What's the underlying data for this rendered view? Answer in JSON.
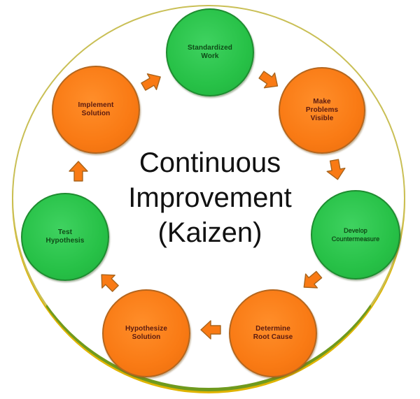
{
  "diagram": {
    "type": "cycle",
    "title": "Continuous\nImprovement\n(Kaizen)",
    "colors": {
      "green": "#27c147",
      "orange": "#f97a14",
      "arrow": "#f97a14",
      "ring_top": "#c9bf55",
      "ring_bottom": "#6f9a1e"
    },
    "nodes": [
      {
        "id": "standardized-work",
        "label": "Standardized\nWork",
        "color": "green"
      },
      {
        "id": "make-problems-visible",
        "label": "Make\nProblems\nVisible",
        "color": "orange"
      },
      {
        "id": "develop-countermeasure",
        "label": "Develop\nCountermeasure",
        "color": "green"
      },
      {
        "id": "determine-root-cause",
        "label": "Determine\nRoot Cause",
        "color": "orange"
      },
      {
        "id": "hypothesize-solution",
        "label": "Hypothesize\nSolution",
        "color": "orange"
      },
      {
        "id": "test-hypothesis",
        "label": "Test\nHypothesis",
        "color": "green"
      },
      {
        "id": "implement-solution",
        "label": "Implement\nSolution",
        "color": "orange"
      }
    ],
    "flow": [
      [
        "standardized-work",
        "make-problems-visible"
      ],
      [
        "make-problems-visible",
        "develop-countermeasure"
      ],
      [
        "develop-countermeasure",
        "determine-root-cause"
      ],
      [
        "determine-root-cause",
        "hypothesize-solution"
      ],
      [
        "hypothesize-solution",
        "test-hypothesis"
      ],
      [
        "test-hypothesis",
        "implement-solution"
      ],
      [
        "implement-solution",
        "standardized-work"
      ]
    ]
  }
}
